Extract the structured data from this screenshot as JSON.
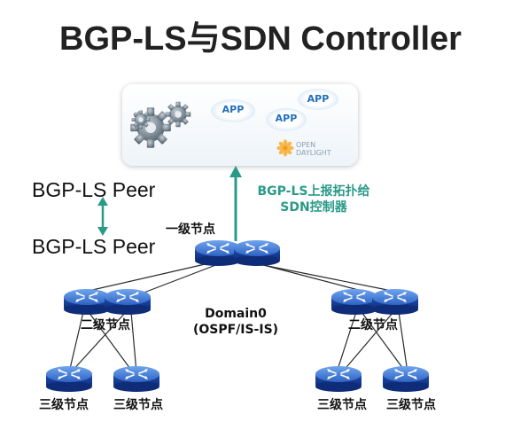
{
  "title": "BGP-LS与SDN Controller",
  "controller": {
    "apps": [
      "APP",
      "APP",
      "APP"
    ],
    "brand": [
      "OPEN",
      "DAYLIGHT"
    ]
  },
  "peers": {
    "top": "BGP-LS Peer",
    "bottom": "BGP-LS Peer"
  },
  "report": {
    "line1": "BGP-LS上报拓扑给",
    "line2": "SDN控制器"
  },
  "labels": {
    "level1": "一级节点",
    "level2_left": "二级节点",
    "level2_right": "二级节点",
    "level3": [
      "三级节点",
      "三级节点",
      "三级节点",
      "三级节点"
    ]
  },
  "domain": {
    "name": "Domain0",
    "protocol": "(OSPF/IS-IS)"
  },
  "colors": {
    "router_top": "#3f7fd8",
    "router_body": "#1a44a8",
    "teal_arrow": "#2a9a88",
    "gear": "#6d7e8c"
  }
}
